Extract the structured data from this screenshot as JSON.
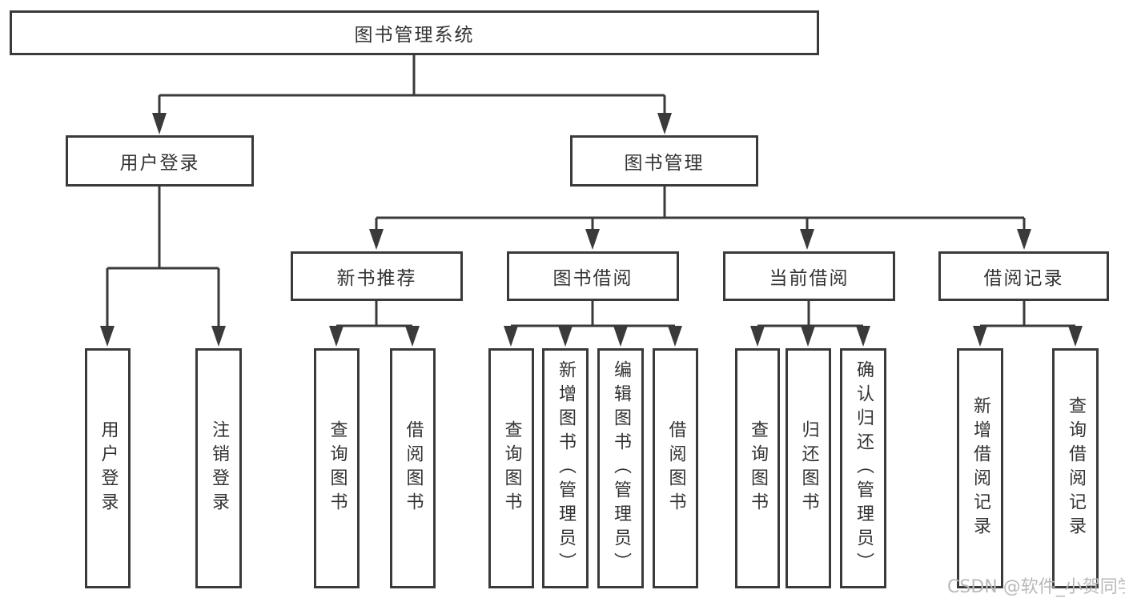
{
  "nodes": {
    "root": {
      "label": "图书管理系统"
    },
    "level2": [
      {
        "label": "用户登录"
      },
      {
        "label": "图书管理"
      }
    ],
    "level3": [
      {
        "label": "新书推荐",
        "parent": "图书管理"
      },
      {
        "label": "图书借阅",
        "parent": "图书管理"
      },
      {
        "label": "当前借阅",
        "parent": "图书管理"
      },
      {
        "label": "借阅记录",
        "parent": "图书管理"
      }
    ],
    "leaves": [
      {
        "label": "用户登录",
        "parent": "用户登录"
      },
      {
        "label": "注销登录",
        "parent": "用户登录"
      },
      {
        "label": "查询图书",
        "parent": "新书推荐"
      },
      {
        "label": "借阅图书",
        "parent": "新书推荐"
      },
      {
        "label": "查询图书",
        "parent": "图书借阅"
      },
      {
        "label": "新增图书（管理员）",
        "parent": "图书借阅"
      },
      {
        "label": "编辑图书（管理员）",
        "parent": "图书借阅"
      },
      {
        "label": "借阅图书",
        "parent": "图书借阅"
      },
      {
        "label": "查询图书",
        "parent": "当前借阅"
      },
      {
        "label": "归还图书",
        "parent": "当前借阅"
      },
      {
        "label": "确认归还（管理员）",
        "parent": "当前借阅"
      },
      {
        "label": "新增借阅记录",
        "parent": "借阅记录"
      },
      {
        "label": "查询借阅记录",
        "parent": "借阅记录"
      }
    ]
  },
  "watermark": "CSDN @软件_小贺同学",
  "colors": {
    "line": "#3a3a3a",
    "text": "#333333",
    "watermark": "#b9b9b9",
    "background": "#ffffff"
  }
}
